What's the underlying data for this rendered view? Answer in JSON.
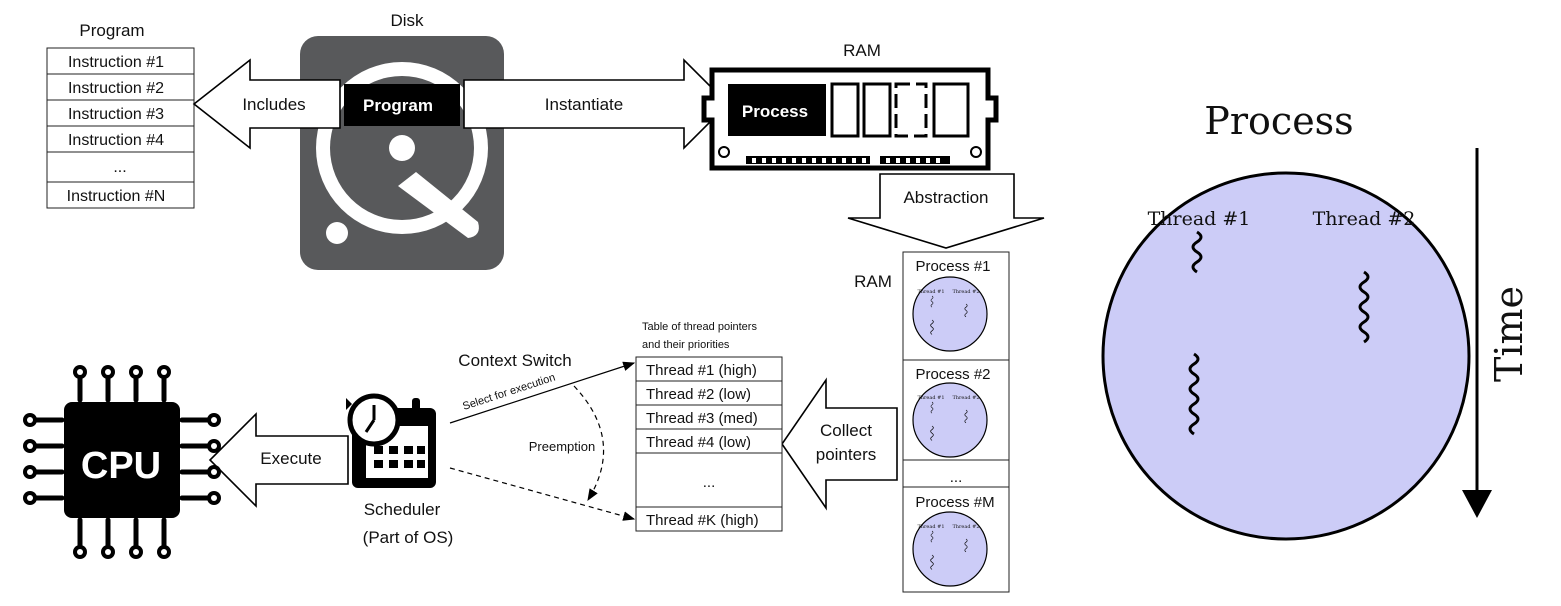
{
  "program": {
    "title": "Program",
    "instructions": [
      "Instruction #1",
      "Instruction #2",
      "Instruction #3",
      "Instruction #4",
      "...",
      "Instruction #N"
    ]
  },
  "disk": {
    "title": "Disk",
    "program_label": "Program"
  },
  "arrows": {
    "includes": "Includes",
    "instantiate": "Instantiate",
    "abstraction": "Abstraction",
    "execute": "Execute",
    "collect_line1": "Collect",
    "collect_line2": "pointers"
  },
  "ram_chip": {
    "title": "RAM",
    "process_label": "Process"
  },
  "ram_stack": {
    "title": "RAM",
    "processes": [
      "Process #1",
      "Process #2",
      "...",
      "Process #M"
    ],
    "mini_thread_labels": [
      "Thread #1",
      "Thread #2"
    ]
  },
  "cpu": {
    "label": "CPU"
  },
  "scheduler": {
    "line1": "Scheduler",
    "line2": "(Part of OS)"
  },
  "context_switch": {
    "title": "Context Switch",
    "select_label": "Select for execution",
    "preemption_label": "Preemption"
  },
  "thread_table": {
    "caption_line1": "Table of thread pointers",
    "caption_line2": "and their priorities",
    "rows": [
      "Thread #1 (high)",
      "Thread #2 (low)",
      "Thread #3 (med)",
      "Thread #4 (low)",
      "...",
      "Thread #K (high)"
    ]
  },
  "process_circle": {
    "title": "Process",
    "thread1": "Thread #1",
    "thread2": "Thread #2",
    "time_label": "Time",
    "fill_color": "#ccccf7"
  },
  "colors": {
    "dark_gray": "#58595b",
    "black": "#000000"
  }
}
